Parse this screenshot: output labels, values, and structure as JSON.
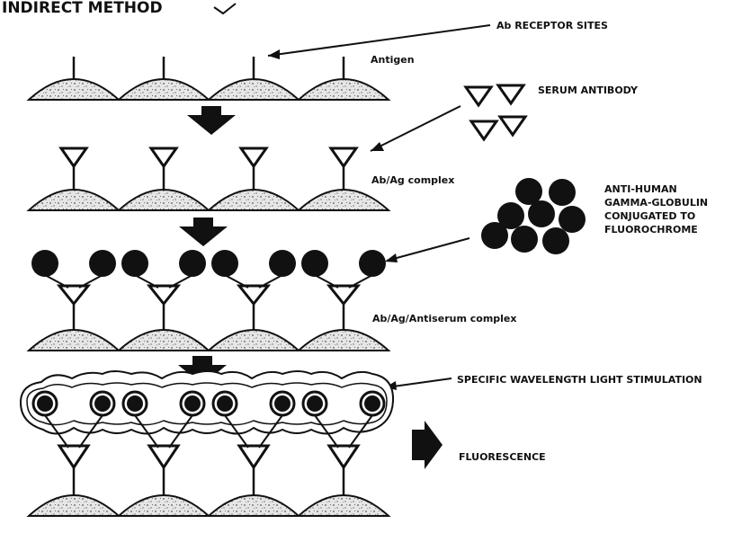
{
  "title": "INDIRECT METHOD",
  "labels": {
    "receptor_sites": "Ab RECEPTOR SITES",
    "antigen": "Antigen",
    "serum_antibody": "SERUM ANTIBODY",
    "ab_ag_complex": "Ab/Ag complex",
    "conjugate": [
      "ANTI-HUMAN",
      "GAMMA-GLOBULIN",
      "CONJUGATED TO",
      "FLUOROCHROME"
    ],
    "antiserum_complex": "Ab/Ag/Antiserum complex",
    "light": "SPECIFIC WAVELENGTH LIGHT STIMULATION",
    "fluorescence": "FLUORESCENCE"
  },
  "colors": {
    "ink": "#111111",
    "cell_fill": "#e4e4e4",
    "speckle": "#555555"
  }
}
